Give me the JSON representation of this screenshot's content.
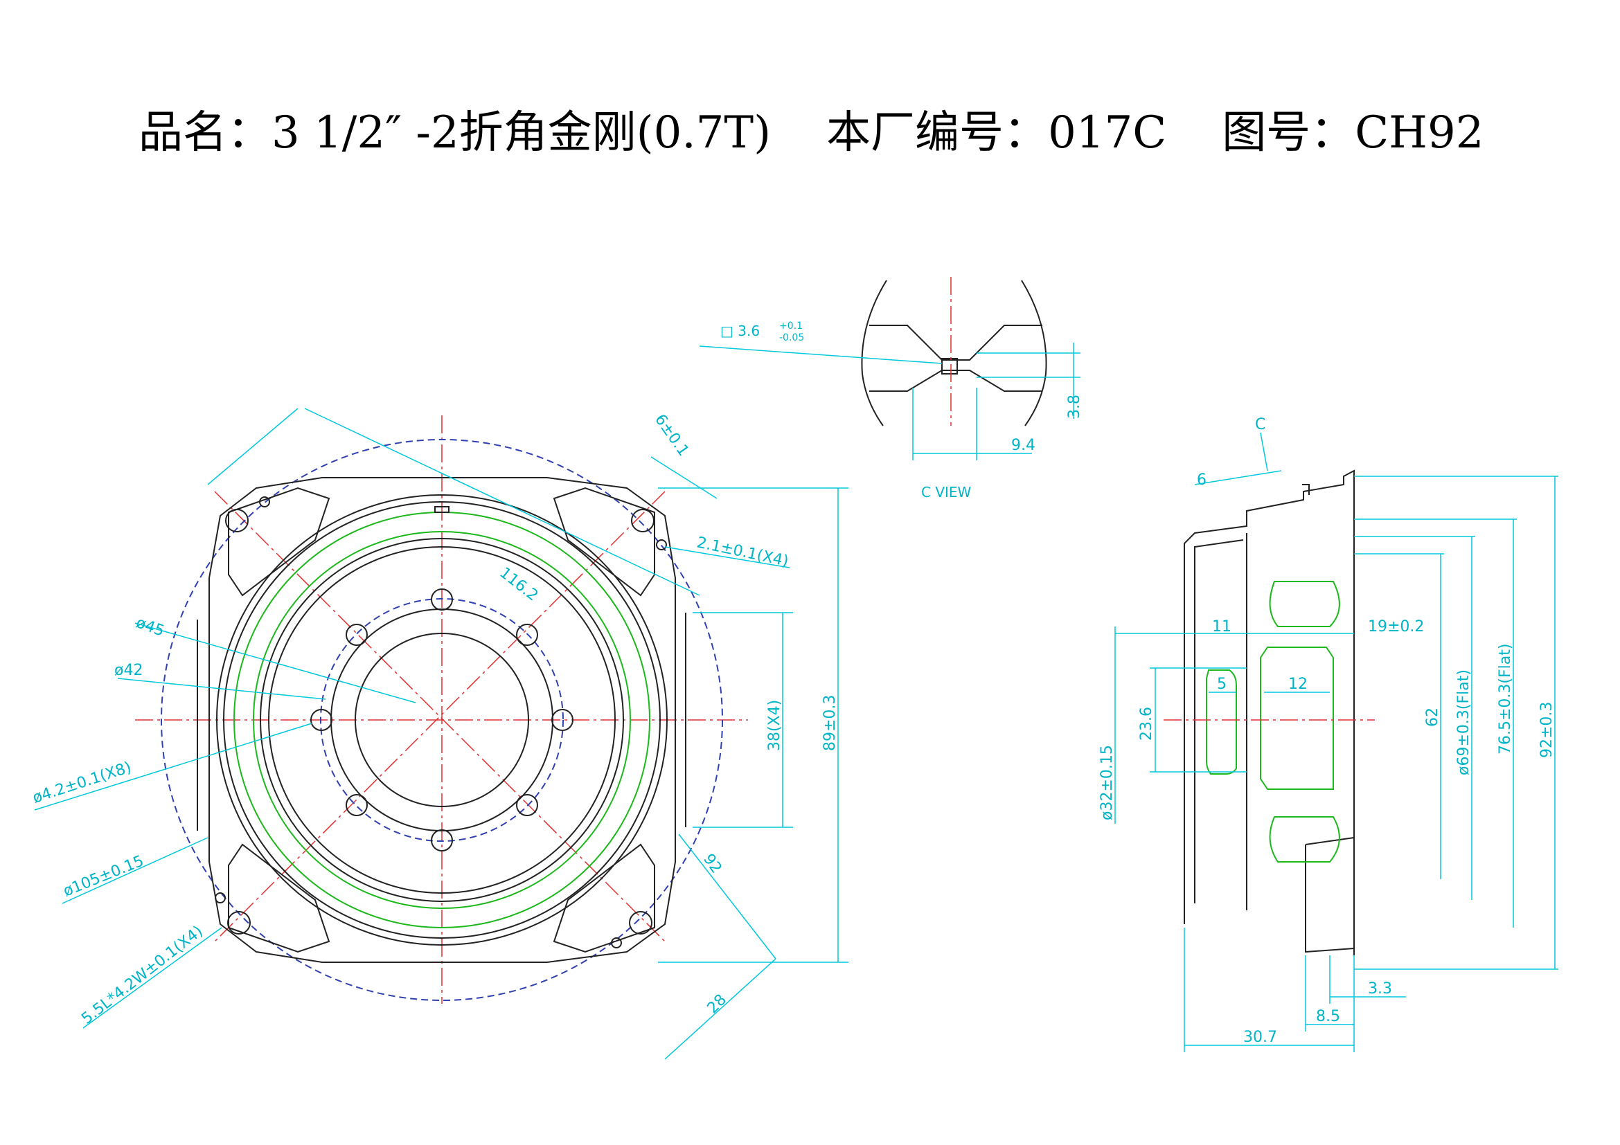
{
  "title": {
    "product_label": "品名：",
    "product_value": "3 1/2″ -2折角金刚(0.7T)",
    "factory_no_label": "本厂编号：",
    "factory_no_value": "017C",
    "drawing_no_label": "图号：",
    "drawing_no_value": "CH92"
  },
  "front_view": {
    "dims": {
      "d45": "ø45",
      "d42": "ø42",
      "holes": "ø4.2±0.1(X8)",
      "d105": "ø105±0.15",
      "slots": "5.5L*4.2W±0.1(X4)",
      "diag": "116.2",
      "six": "6±0.1",
      "mount": "2.1±0.1(X4)",
      "h38": "38(X4)",
      "h89": "89±0.3",
      "d92": "92",
      "d28": "28"
    }
  },
  "c_view": {
    "label": "C VIEW",
    "square": "□ 3.6",
    "tol_plus": "+0.1",
    "tol_minus": "-0.05",
    "h38": "3.8",
    "w94": "9.4"
  },
  "side_view": {
    "dims": {
      "c": "C",
      "six": "6",
      "eleven": "11",
      "nineteen": "19±0.2",
      "five": "5",
      "twelve": "12",
      "d236": "23.6",
      "d32": "ø32±0.15",
      "h62": "62",
      "d69": "ø69±0.3(Flat)",
      "d765": "76.5±0.3(Flat)",
      "h92": "92±0.3",
      "w33": "3.3",
      "w85": "8.5",
      "w307": "30.7"
    }
  },
  "colors": {
    "outline": "#222222",
    "dimension": "#00c8dc",
    "centerline": "#e03030",
    "surround": "#1cb81c",
    "hidden": "#3040b0"
  }
}
